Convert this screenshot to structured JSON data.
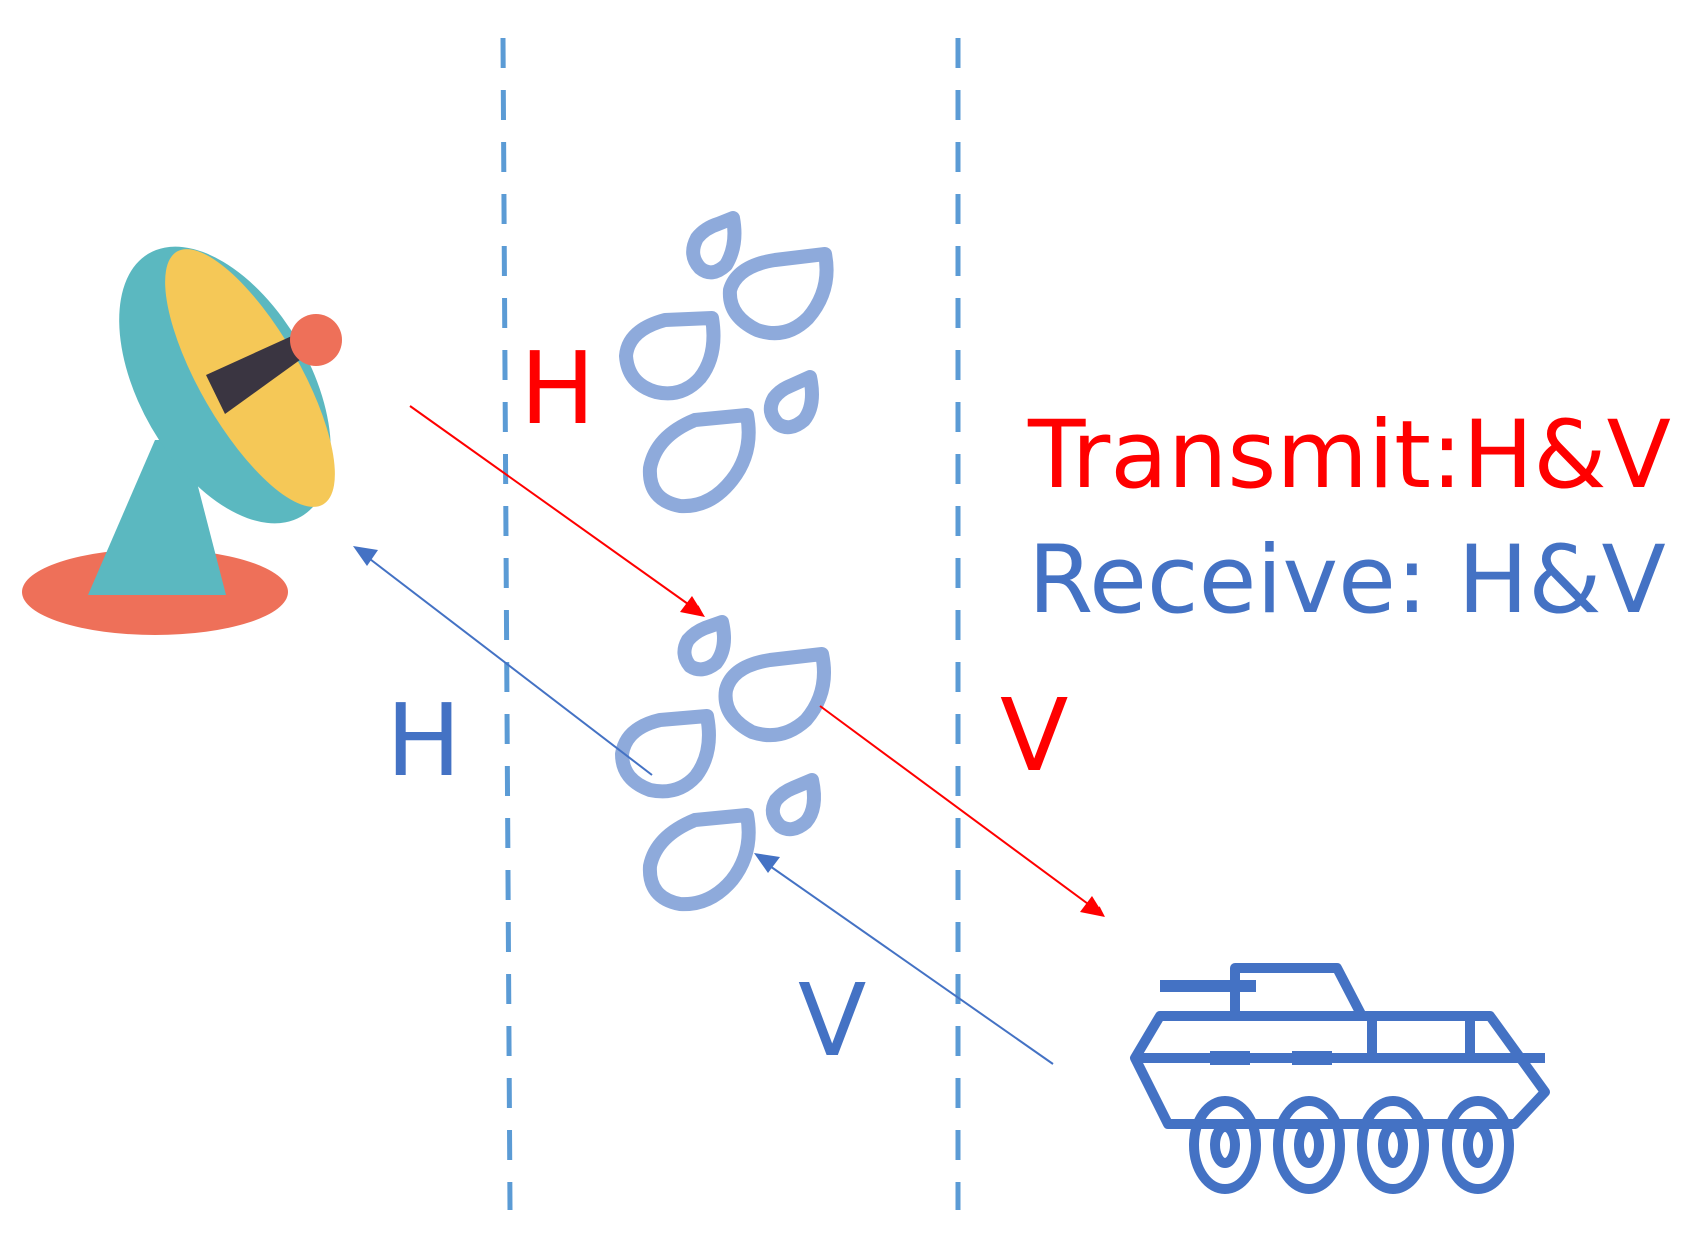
{
  "labels": {
    "forward_h": "H",
    "forward_v": "V",
    "return_h": "H",
    "return_v": "V",
    "transmit": "Transmit:H&V",
    "receive": "Receive: H&V"
  },
  "colors": {
    "transmit": "#ff0000",
    "receive": "#4472c4",
    "rain": "#8eaadb",
    "boundary": "#5b9bd5",
    "dish_body": "#5bb8c0",
    "dish_face": "#f5c857",
    "dish_base": "#ee7059",
    "dish_feed": "#3a3541",
    "feed_tip": "#ee7059",
    "vehicle": "#4472c4"
  },
  "icons": {
    "radar": "radar-dish-icon",
    "rain": "raindrops-icon",
    "target": "armored-vehicle-icon"
  }
}
